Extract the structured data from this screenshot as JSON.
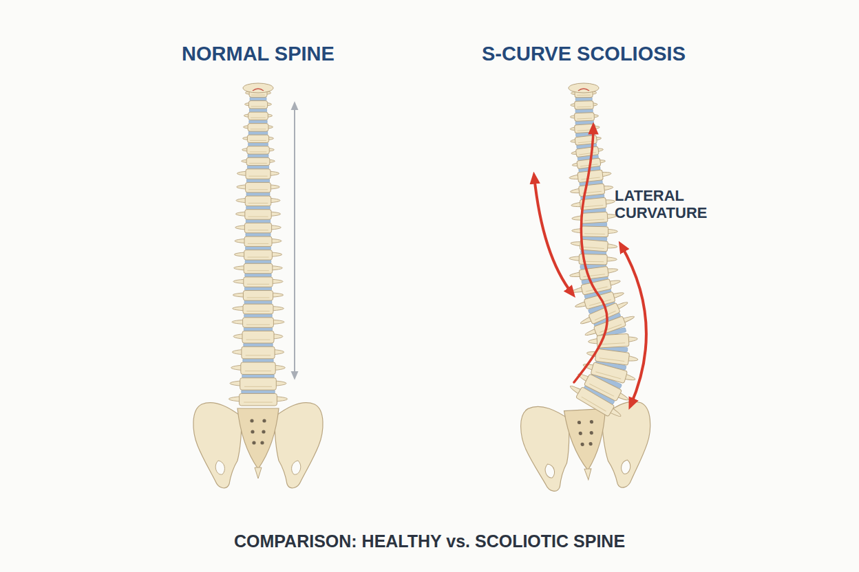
{
  "diagram": {
    "caption": "COMPARISON: HEALTHY vs. SCOLIOTIC SPINE",
    "labels": [
      "NORMAL SPINE",
      "S-CURVE SCOLIOSIS",
      "LATERAL CURVATURE"
    ]
  }
}
